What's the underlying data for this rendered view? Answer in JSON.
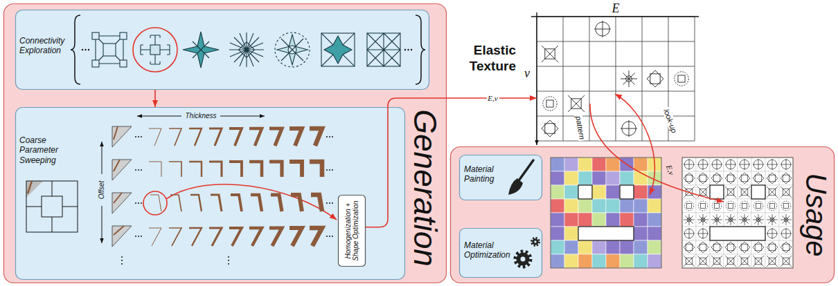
{
  "diagram": {
    "nodes": [
      {
        "text": [
          "Generation"
        ]
      },
      {
        "text": [
          "Connectivity Exploration"
        ],
        "in": 0
      },
      {
        "text": [
          "Coarse Parameter Sweeping",
          "Thickness",
          "Offset"
        ],
        "in": 0
      },
      {
        "text": [
          "Homogenization + Shape Optimization"
        ],
        "in": 2
      },
      {
        "text": [
          "Elastic Texture",
          "E",
          "ν"
        ]
      },
      {
        "text": [
          "Usage"
        ]
      },
      {
        "text": [
          "Material Painting"
        ],
        "in": 5
      },
      {
        "text": [
          "Material Optimization"
        ],
        "in": 5
      }
    ],
    "edges": [
      {
        "from": 1,
        "to": 2,
        "arrow": "to"
      },
      {
        "from": 3,
        "to": 4,
        "arrow": "to",
        "label": "E,ν"
      }
    ],
    "labels": [
      "pattern",
      "E,ν",
      "look-up"
    ]
  }
}
